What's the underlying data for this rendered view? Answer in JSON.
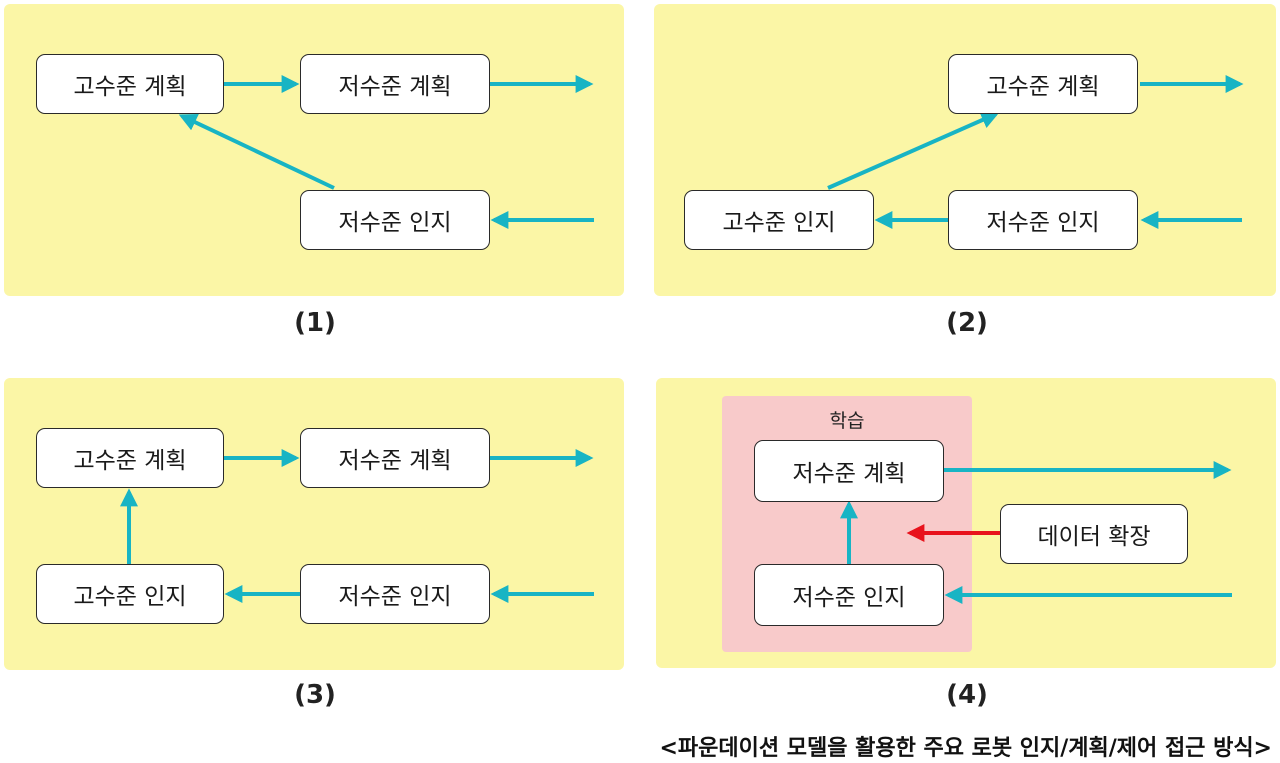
{
  "colors": {
    "panel": "#fbf6a6",
    "learn_region": "#f8caca",
    "arrow": "#18b4c4",
    "data_arrow": "#e8121c"
  },
  "panel1": {
    "label": "(1)",
    "high_plan": "고수준 계획",
    "low_plan": "저수준 계획",
    "low_perception": "저수준 인지"
  },
  "panel2": {
    "label": "(2)",
    "high_plan": "고수준 계획",
    "high_perception": "고수준 인지",
    "low_perception": "저수준 인지"
  },
  "panel3": {
    "label": "(3)",
    "high_plan": "고수준 계획",
    "low_plan": "저수준 계획",
    "high_perception": "고수준 인지",
    "low_perception": "저수준 인지"
  },
  "panel4": {
    "label": "(4)",
    "learn_label": "학습",
    "low_plan": "저수준 계획",
    "low_perception": "저수준 인지",
    "data_expansion": "데이터 확장"
  },
  "caption": "<파운데이션 모델을 활용한 주요 로봇 인지/계획/제어 접근 방식>"
}
